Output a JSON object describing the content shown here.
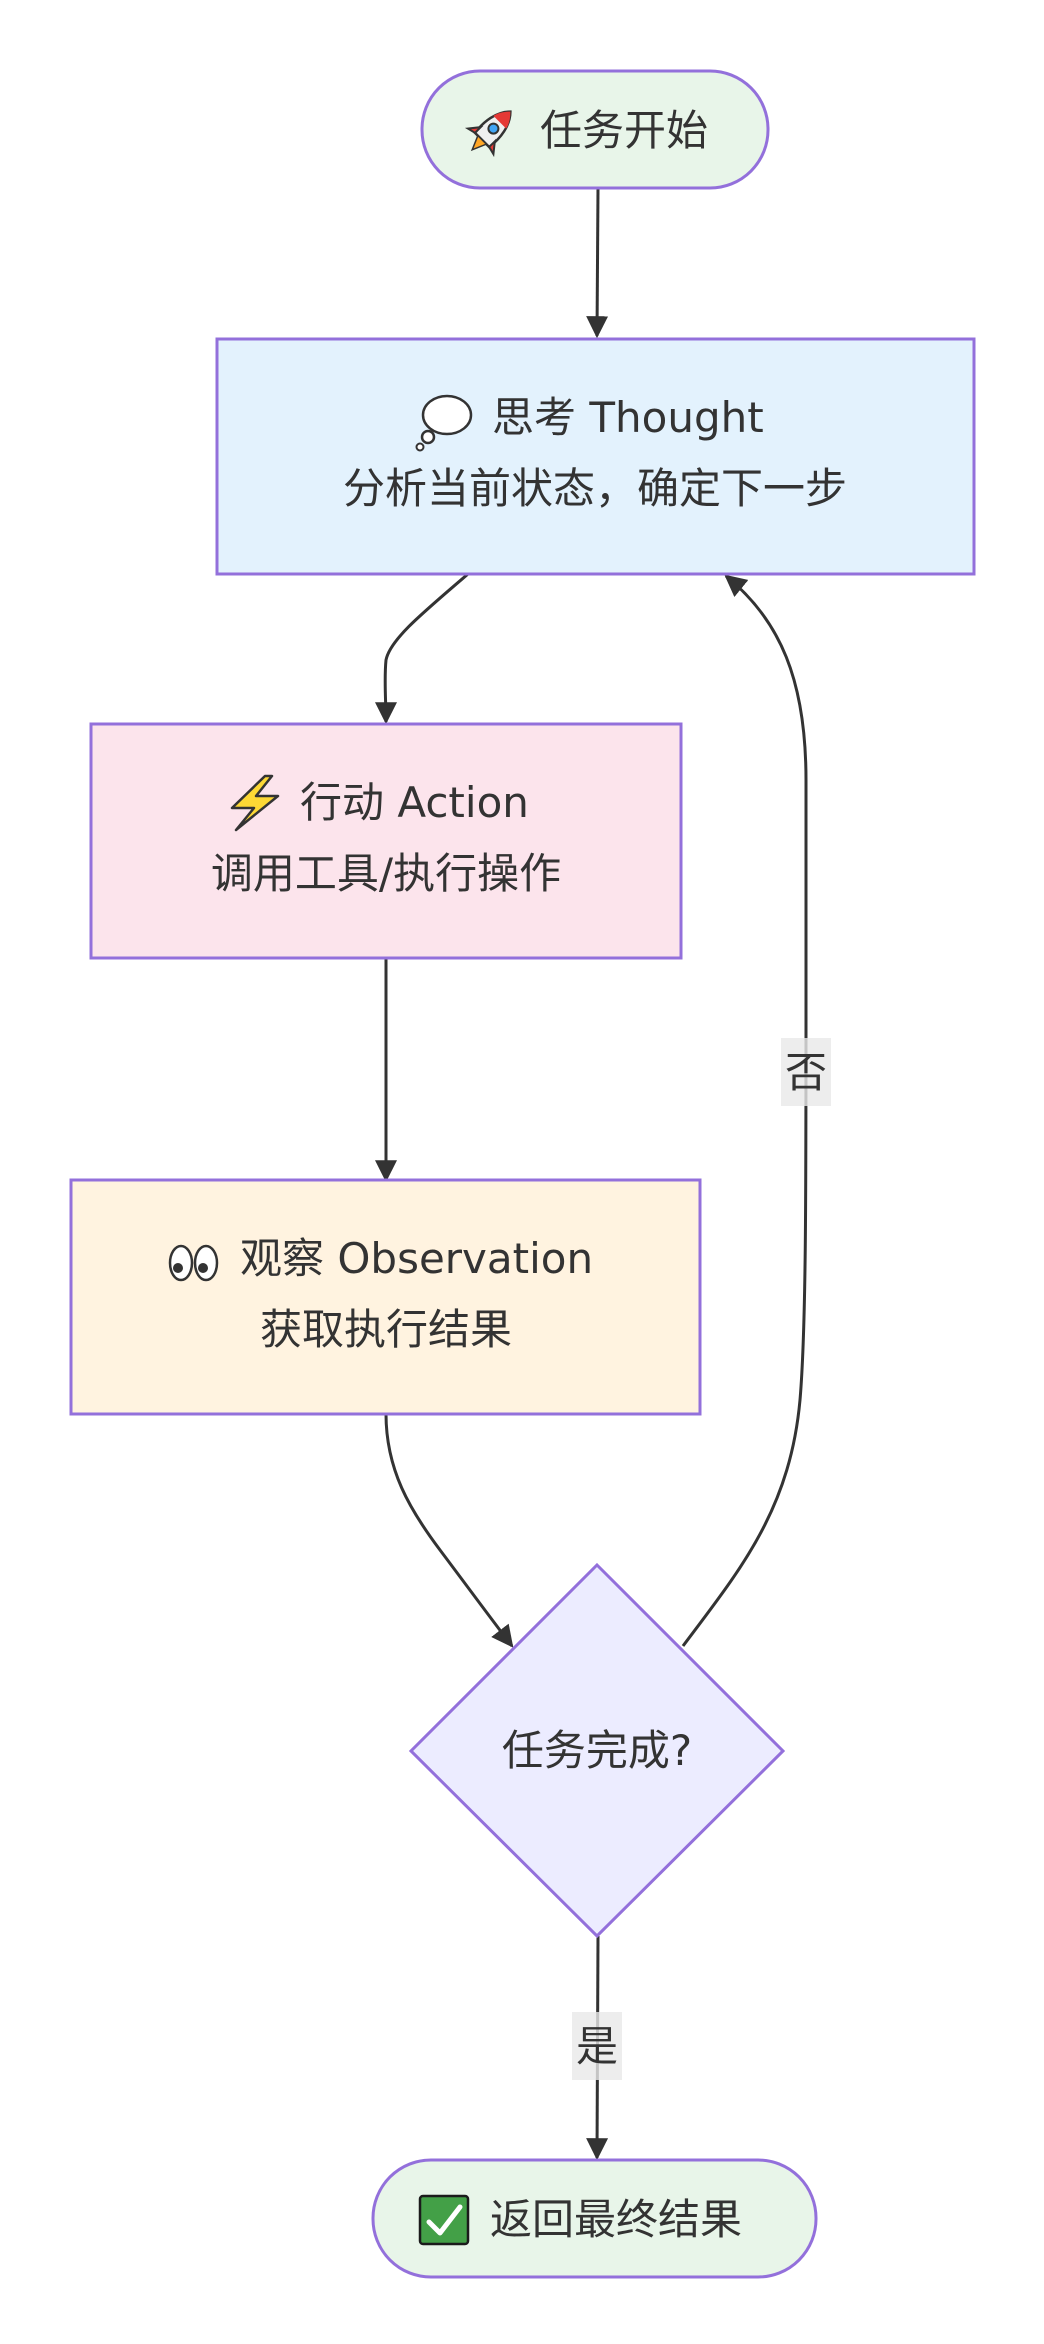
{
  "nodes": {
    "start": {
      "label": "任务开始",
      "icon": "rocket-icon",
      "shape": "stadium",
      "fill": "#e8f5e9",
      "stroke": "#9370db"
    },
    "thought": {
      "title": "思考 Thought",
      "subtitle": "分析当前状态，确定下一步",
      "icon": "thought-bubble-icon",
      "shape": "rectangle",
      "fill": "#e3f2fd",
      "stroke": "#9370db"
    },
    "action": {
      "title": "行动 Action",
      "subtitle": "调用工具/执行操作",
      "icon": "lightning-icon",
      "shape": "rectangle",
      "fill": "#fce4ec",
      "stroke": "#9370db"
    },
    "observation": {
      "title": "观察 Observation",
      "subtitle": "获取执行结果",
      "icon": "eyes-icon",
      "shape": "rectangle",
      "fill": "#fff3e0",
      "stroke": "#9370db"
    },
    "decision": {
      "label": "任务完成?",
      "shape": "diamond",
      "fill": "#ececff",
      "stroke": "#9370db"
    },
    "end": {
      "label": "返回最终结果",
      "icon": "check-mark-icon",
      "shape": "stadium",
      "fill": "#e8f5e9",
      "stroke": "#9370db"
    }
  },
  "edges": [
    {
      "from": "start",
      "to": "thought",
      "label": ""
    },
    {
      "from": "thought",
      "to": "action",
      "label": ""
    },
    {
      "from": "action",
      "to": "observation",
      "label": ""
    },
    {
      "from": "observation",
      "to": "decision",
      "label": ""
    },
    {
      "from": "decision",
      "to": "thought",
      "label": "否"
    },
    {
      "from": "decision",
      "to": "end",
      "label": "是"
    }
  ],
  "colors": {
    "edge": "#333333",
    "edge_label_bg": "#e8e8e8",
    "text": "#333333"
  }
}
